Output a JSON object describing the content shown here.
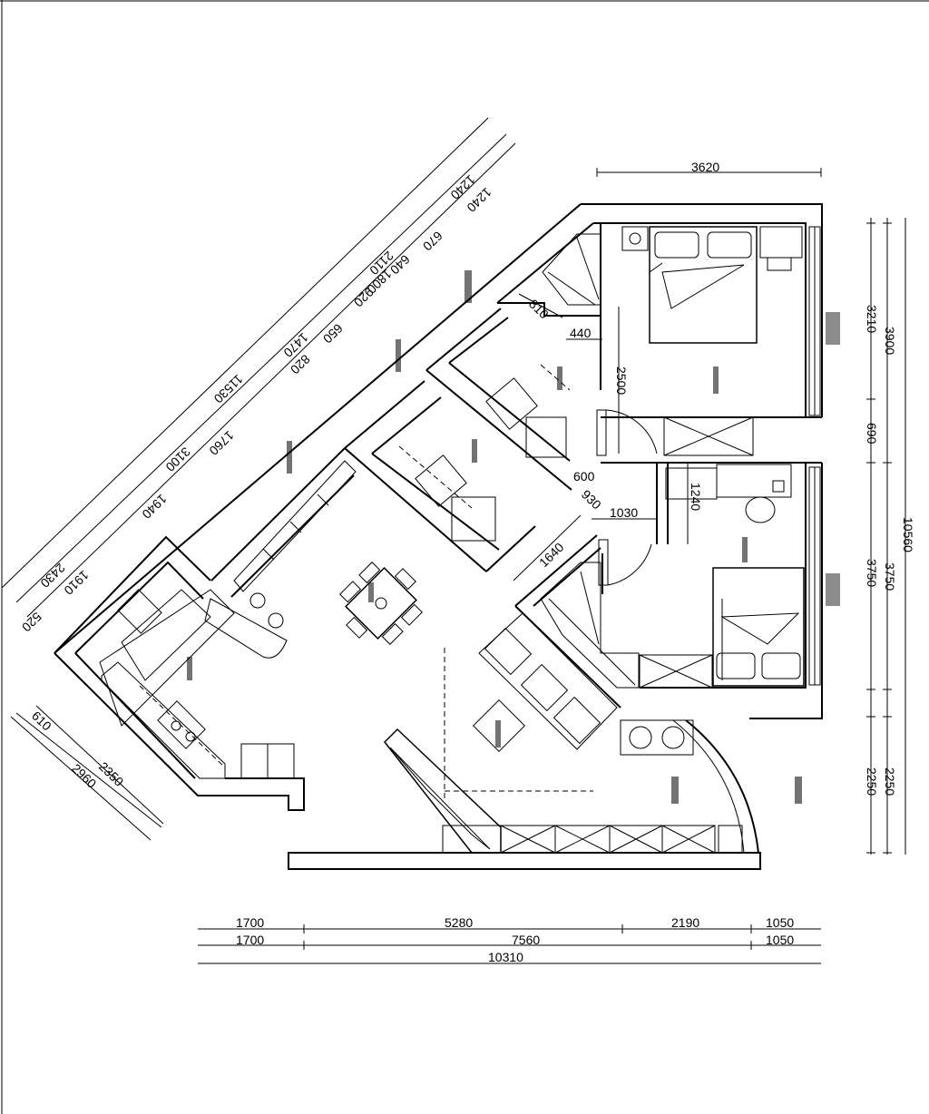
{
  "dimensions": {
    "top": "3620",
    "right_outer": "10560",
    "right_a": "3210",
    "right_b": "3900",
    "right_c": "690",
    "right_d": "3750",
    "right_e": "3750",
    "right_f": "2250",
    "right_g": "2250",
    "bottom_r1": [
      "1700",
      "5280",
      "2190",
      "1050"
    ],
    "bottom_r2": [
      "1700",
      "7560",
      "1050"
    ],
    "bottom_r3": "10310",
    "diag_outer": "11530",
    "diag_a": "1240",
    "diag_b": "1240",
    "diag_c": "2110",
    "diag_d": "670",
    "diag_e": "640",
    "diag_f": "1800",
    "diag_g": "920",
    "diag_h": "1470",
    "diag_i": "650",
    "diag_j": "820",
    "diag_k": "3100",
    "diag_l": "1760",
    "diag_m": "1940",
    "diag_n": "2430",
    "diag_o": "1910",
    "diag_p": "520",
    "lower_left_a": "610",
    "lower_left_b": "2350",
    "lower_left_c": "2960",
    "inner_810": "810",
    "inner_440": "440",
    "inner_2500": "2500",
    "inner_600": "600",
    "inner_930": "930",
    "inner_1030": "1030",
    "inner_1640": "1640",
    "inner_1240": "1240"
  }
}
